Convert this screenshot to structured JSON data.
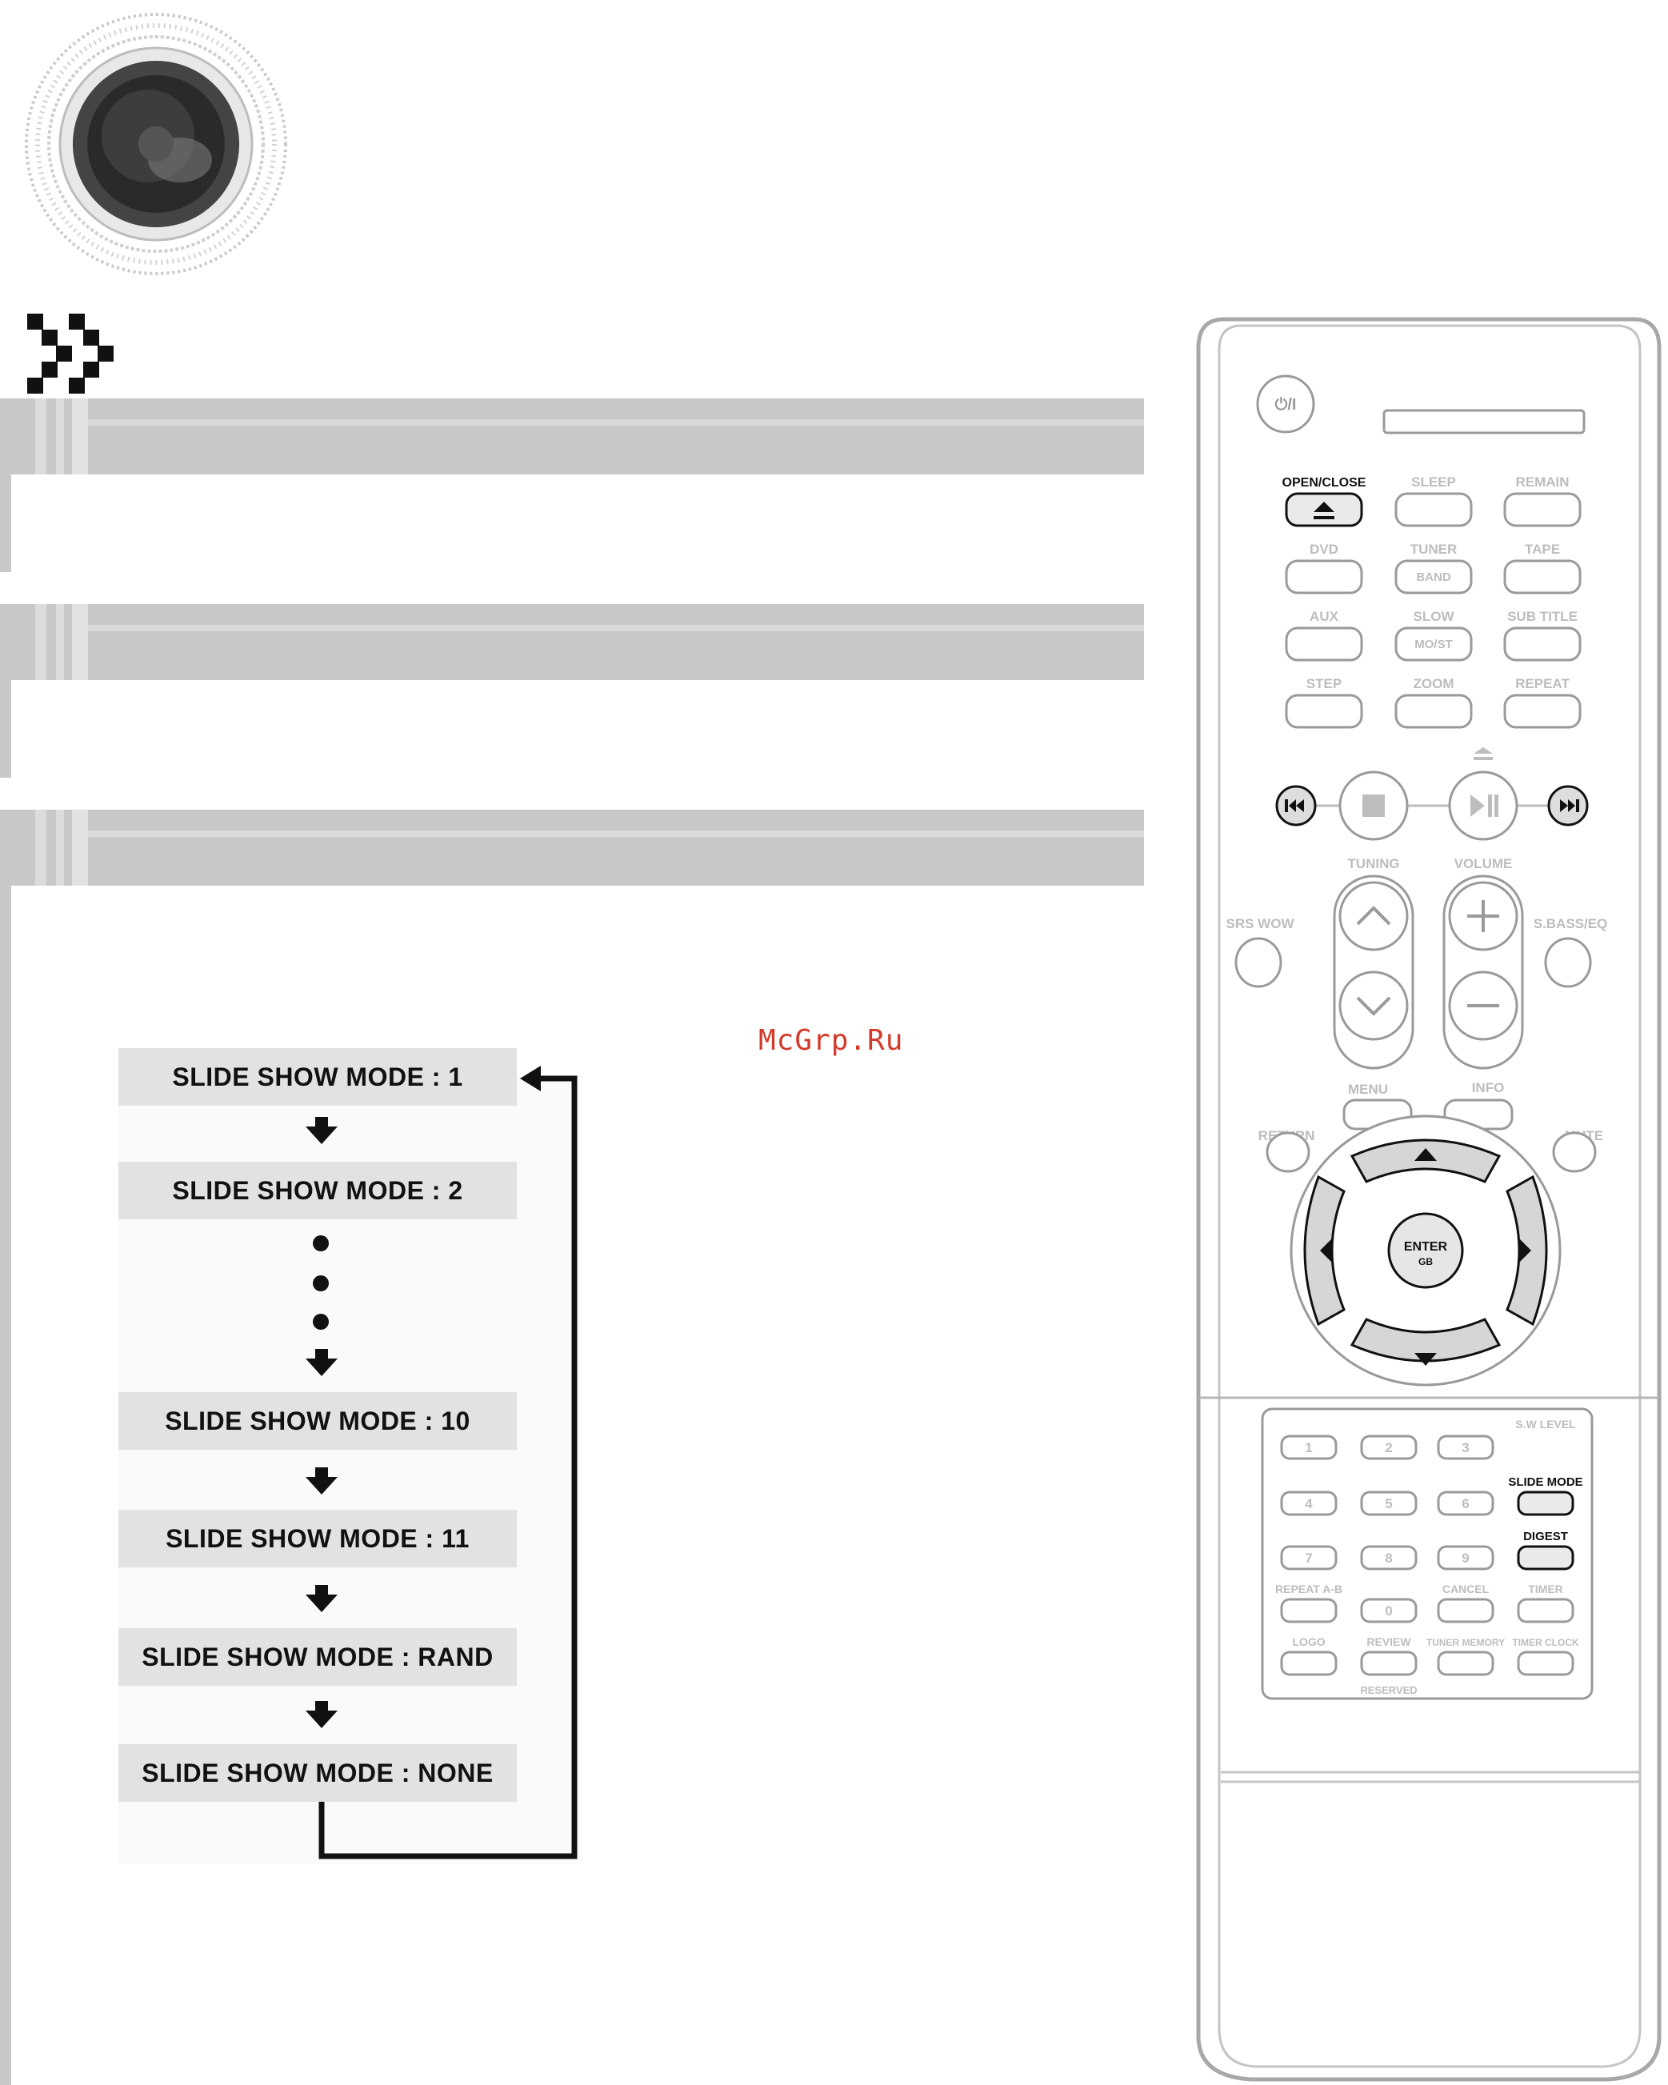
{
  "watermark": "McGrp.Ru",
  "flow": {
    "modes": [
      "SLIDE SHOW MODE : 1",
      "SLIDE SHOW MODE : 2",
      "SLIDE SHOW MODE : 10",
      "SLIDE SHOW MODE : 11",
      "SLIDE SHOW MODE : RAND",
      "SLIDE SHOW MODE : NONE"
    ]
  },
  "remote": {
    "power": "⏻/I",
    "row1": [
      "OPEN/CLOSE",
      "SLEEP",
      "REMAIN"
    ],
    "row2": [
      "DVD",
      "TUNER",
      "TAPE"
    ],
    "row2_inner": "BAND",
    "row3": [
      "AUX",
      "SLOW",
      "SUB TITLE"
    ],
    "row3_inner": "MO/ST",
    "row4": [
      "STEP",
      "ZOOM",
      "REPEAT"
    ],
    "tuning": "TUNING",
    "volume": "VOLUME",
    "srs": "SRS WOW",
    "sbass": "S.BASS/EQ",
    "menu": "MENU",
    "info": "INFO",
    "return": "RETURN",
    "mute": "MUTE",
    "enter": "ENTER",
    "enter_sub": "GB",
    "sw_level": "S.W LEVEL",
    "slide_mode": "SLIDE MODE",
    "digest": "DIGEST",
    "digits": [
      "1",
      "2",
      "3",
      "4",
      "5",
      "6",
      "7",
      "8",
      "9",
      "0"
    ],
    "repeat_ab": "REPEAT A-B",
    "cancel": "CANCEL",
    "timer": "TIMER",
    "logo_btn": "LOGO",
    "review": "REVIEW",
    "tuner_memory": "TUNER MEMORY",
    "timer_clock": "TIMER CLOCK",
    "reserved": "RESERVED"
  }
}
